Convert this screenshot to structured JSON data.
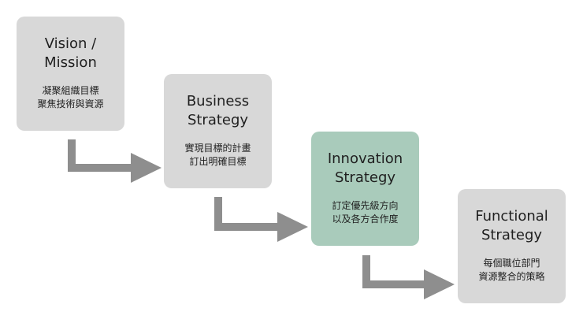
{
  "colors": {
    "box_default": "#d8d8d8",
    "box_highlight": "#a9cbbb",
    "arrow": "#8e8e8e",
    "text": "#1f1f1f"
  },
  "steps": [
    {
      "title": "Vision /\nMission",
      "desc": "凝聚組織目標\n聚焦技術與資源",
      "highlight": false
    },
    {
      "title": "Business\nStrategy",
      "desc": "實現目標的計畫\n訂出明確目標",
      "highlight": false
    },
    {
      "title": "Innovation\nStrategy",
      "desc": "訂定優先級方向\n以及各方合作度",
      "highlight": true
    },
    {
      "title": "Functional\nStrategy",
      "desc": "每個職位部門\n資源整合的策略",
      "highlight": false
    }
  ],
  "connectors": [
    {
      "from": "vision-mission",
      "to": "business-strategy",
      "icon": "elbow-arrow-icon"
    },
    {
      "from": "business-strategy",
      "to": "innovation-strategy",
      "icon": "elbow-arrow-icon"
    },
    {
      "from": "innovation-strategy",
      "to": "functional-strategy",
      "icon": "elbow-arrow-icon"
    }
  ]
}
